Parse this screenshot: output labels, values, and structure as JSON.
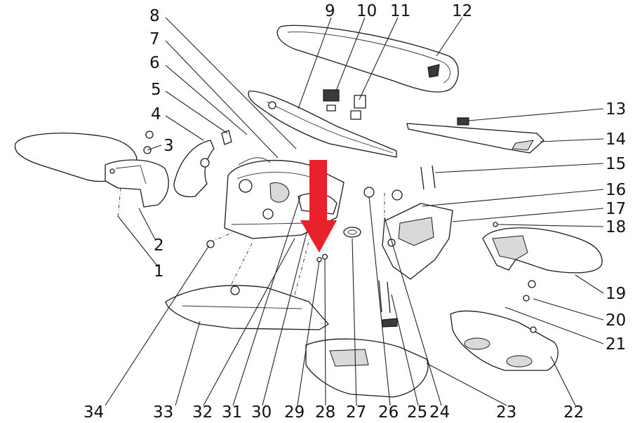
{
  "diagram": {
    "callout_numbers": [
      "1",
      "2",
      "3",
      "4",
      "5",
      "6",
      "7",
      "8",
      "9",
      "10",
      "11",
      "12",
      "13",
      "14",
      "15",
      "16",
      "17",
      "18",
      "19",
      "20",
      "21",
      "22",
      "23",
      "24",
      "25",
      "26",
      "27",
      "28",
      "29",
      "30",
      "31",
      "32",
      "33",
      "34"
    ],
    "arrow_color": "#e8212a",
    "arrow_target_callout": "28"
  }
}
